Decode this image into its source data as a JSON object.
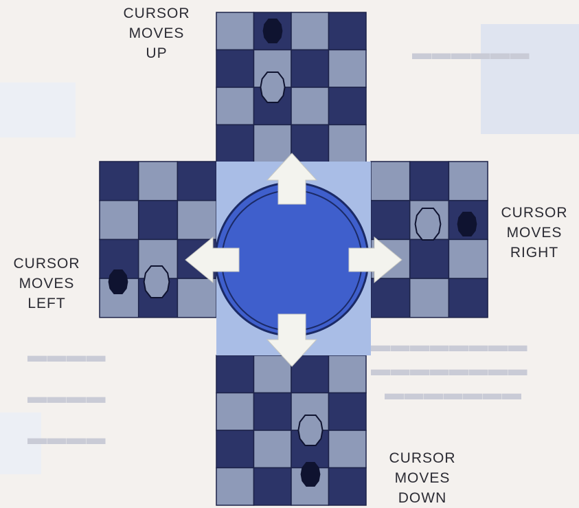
{
  "labels": {
    "up": [
      "CURSOR",
      "MOVES",
      "UP"
    ],
    "left": [
      "CURSOR",
      "MOVES",
      "LEFT"
    ],
    "right": [
      "CURSOR",
      "MOVES",
      "RIGHT"
    ],
    "down": [
      "CURSOR",
      "MOVES",
      "DOWN"
    ]
  },
  "colors": {
    "dark_square": "#2c3468",
    "light_square": "#8e9ab8",
    "center_panel": "#a9bde6",
    "disc": "#3f5fcc",
    "disc_ring": "#1b2a66",
    "arrow": "#f3f3ee",
    "grid_line": "#1c2248",
    "piece": "#8e9ab8",
    "piece_shadow": "#0f1330"
  }
}
